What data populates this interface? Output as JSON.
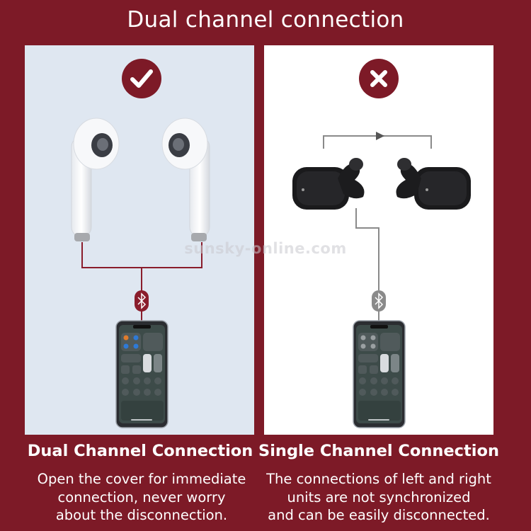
{
  "title": "Dual channel connection",
  "watermark": "sunsky-online.com",
  "left": {
    "status_icon": "check-icon",
    "heading": "Dual Channel Connection",
    "lines": [
      "Open the cover for immediate",
      "connection, never worry",
      "about the disconnection."
    ]
  },
  "right": {
    "status_icon": "cross-icon",
    "heading": "Single Channel Connection",
    "lines": [
      "The connections of left and right",
      "units are not synchronized",
      "and can be easily disconnected."
    ]
  },
  "colors": {
    "brand": "#7d1a27",
    "left_panel": "#dfe7f1",
    "right_panel": "#ffffff",
    "left_wire": "#8a1d2c",
    "right_wire": "#8a8a8a"
  }
}
